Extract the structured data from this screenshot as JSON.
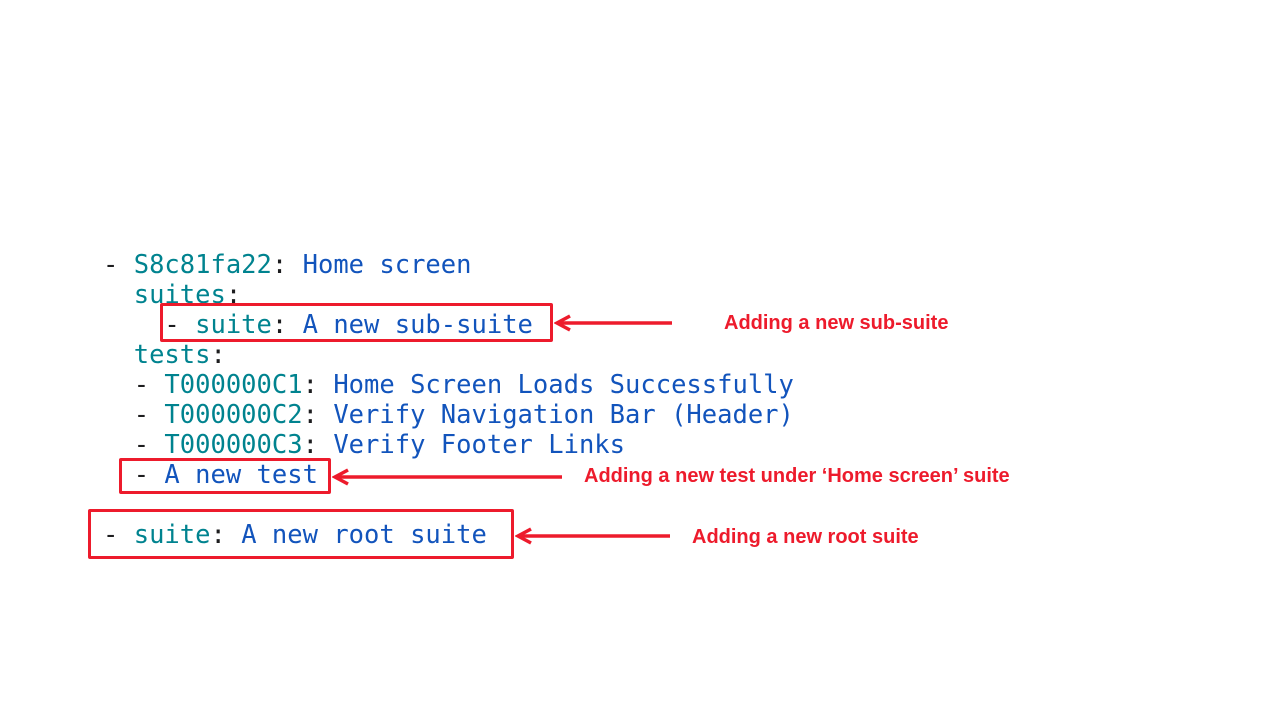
{
  "figure": {
    "background": "#ffffff"
  },
  "colors": {
    "key": "#00838f",
    "value": "#1254bc",
    "punct": "#1d1d1f",
    "accent_red": "#ed1b2c"
  },
  "code": {
    "lines": [
      {
        "segments": [
          {
            "type": "punct",
            "text": "- "
          },
          {
            "type": "key",
            "text": "S8c81fa22"
          },
          {
            "type": "punct",
            "text": ": "
          },
          {
            "type": "value",
            "text": "Home screen"
          }
        ]
      },
      {
        "segments": [
          {
            "type": "punct",
            "text": "  "
          },
          {
            "type": "key",
            "text": "suites"
          },
          {
            "type": "punct",
            "text": ":"
          }
        ]
      },
      {
        "segments": [
          {
            "type": "punct",
            "text": "    - "
          },
          {
            "type": "key",
            "text": "suite"
          },
          {
            "type": "punct",
            "text": ": "
          },
          {
            "type": "value",
            "text": "A new sub-suite"
          }
        ]
      },
      {
        "segments": [
          {
            "type": "punct",
            "text": "  "
          },
          {
            "type": "key",
            "text": "tests"
          },
          {
            "type": "punct",
            "text": ":"
          }
        ]
      },
      {
        "segments": [
          {
            "type": "punct",
            "text": "  - "
          },
          {
            "type": "key",
            "text": "T000000C1"
          },
          {
            "type": "punct",
            "text": ": "
          },
          {
            "type": "value",
            "text": "Home Screen Loads Successfully"
          }
        ]
      },
      {
        "segments": [
          {
            "type": "punct",
            "text": "  - "
          },
          {
            "type": "key",
            "text": "T000000C2"
          },
          {
            "type": "punct",
            "text": ": "
          },
          {
            "type": "value",
            "text": "Verify Navigation Bar (Header)"
          }
        ]
      },
      {
        "segments": [
          {
            "type": "punct",
            "text": "  - "
          },
          {
            "type": "key",
            "text": "T000000C3"
          },
          {
            "type": "punct",
            "text": ": "
          },
          {
            "type": "value",
            "text": "Verify Footer Links"
          }
        ]
      },
      {
        "segments": [
          {
            "type": "punct",
            "text": "  - "
          },
          {
            "type": "value",
            "text": "A new test"
          }
        ]
      },
      {
        "segments": []
      },
      {
        "segments": [
          {
            "type": "punct",
            "text": "- "
          },
          {
            "type": "key",
            "text": "suite"
          },
          {
            "type": "punct",
            "text": ": "
          },
          {
            "type": "value",
            "text": "A new root suite"
          }
        ]
      }
    ]
  },
  "annotations": [
    {
      "label": "Adding a new sub-suite"
    },
    {
      "label": "Adding a new test under ‘Home screen’ suite"
    },
    {
      "label": "Adding a new root suite"
    }
  ]
}
